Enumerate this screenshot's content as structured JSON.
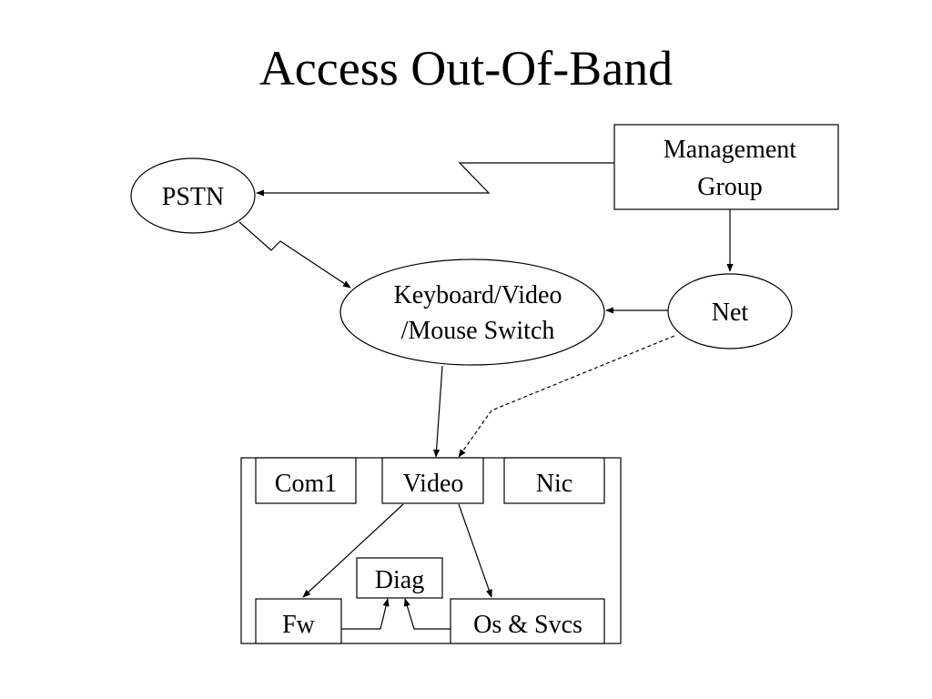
{
  "title": "Access Out-Of-Band",
  "nodes": {
    "management_group": [
      "Management",
      "Group"
    ],
    "pstn": "PSTN",
    "kvm_switch": [
      "Keyboard/Video",
      "/Mouse Switch"
    ],
    "net": "Net",
    "server": {
      "com1": "Com1",
      "video": "Video",
      "nic": "Nic",
      "diag": "Diag",
      "fw": "Fw",
      "os_svcs": "Os & Svcs"
    }
  },
  "colors": {
    "line": "#000000",
    "fill": "#ffffff",
    "background": "#ffffff"
  }
}
